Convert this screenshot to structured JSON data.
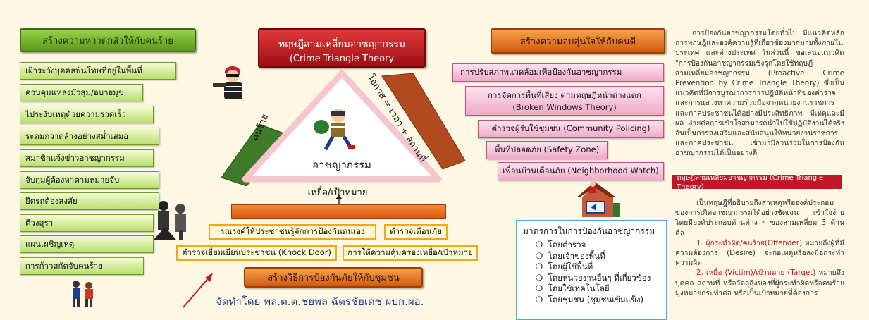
{
  "left": {
    "header": "สร้างความหวาดกลัวให้กับคนร้าย",
    "items": [
      "เฝ้าระวังบุคคลพ้นโทษที่อยู่ในพื้นที่",
      "ควบคุมแหล่งมั่วสุม/อบายมุข",
      "ไประงับเหตุด้วยความรวดเร็ว",
      "ระดมกวาดล้างอย่างสม่ำเสมอ",
      "สมาชิกแจ้งข่าวอาชญากรรม",
      "จับกุมผู้ต้องหาตามหมายจับ",
      "ยึดรถต้องสงสัย",
      "ตีวงสุรา",
      "แผนเผชิญเหตุ",
      "การก้าวสกัดจับคนร้าย"
    ]
  },
  "center": {
    "title_line1": "ทฤษฎีสามเหลี่ยมอาชญากรรม",
    "title_line2": "(Crime Triangle Theory",
    "offender_label": "คนร้าย",
    "opportunity_label": "โอกาส = เวลา + สถานที่",
    "crime_label": "อาชญากรรม",
    "target_label": "เหยื่อ/เป้าหมาย",
    "bottom_items": [
      "รณรงค์ให้ประชาชนรู้จักการป้องกันตนเอง",
      "ตำรวจเตือนภัย",
      "ตำรวจเยี่ยมเยียนประชาชน (Knock Door)",
      "การให้ความคุ้มครองเหยื่อ/เป้าหมาย"
    ],
    "bottom_header": "สร้างวิธีการป้องกันภัยให้กับชุมชน",
    "credit": "จัดทำโดย พล.ต.ต.ชยพล ฉัตรชัยเดช ผบก.ผอ."
  },
  "right": {
    "header": "สร้างความอบอุ่นใจให้กับคนดี",
    "items": [
      "การปรับสภาพแวดล้อมเพื่อป้องกันอาชญากรรม",
      "การจัดการพื้นที่เสี่ยง ตามทฤษฎีหน้าต่างแตก",
      "(Broken Windows Theory)",
      "ตำรวจผู้รับใช้ชุมชน (Community Policing)",
      "พื้นที่ปลอดภัย (Safety Zone)",
      "เพื่อนบ้านเตือนภัย (Neighborhood Watch)"
    ],
    "measures_title": "มาตรการในการป้องกันอาชญากรรม",
    "measures": [
      "โดยตำรวจ",
      "โดยเจ้าของพื้นที่",
      "โดยผู้ใช้พื้นที่",
      "โดยหน่วยงานอื่นๆ ที่เกี่ยวข้อง",
      "โดยใช้เทคโนโลยี",
      "โดยชุมชน (ชุมชนเข้มแข็ง)"
    ]
  },
  "text_panel": {
    "paragraph1": "การป้องกันอาชญากรรมโดยทั่วไป มีแนวคิดหลักการทฤษฎีและองค์ความรู้ที่เกี่ยวข้องมากมายทั้งภายในประเทศ และต่างประเทศ ในส่วนนี้ ขอเสนอแนวคิด \"การป้องกันอาชญากรรมเชิงรุกโดยใช้ทฤษฎีสามเหลี่ยมอาชญากรรม (Proactive Crime Prevention by Crime Triangle Theory) ซึ่งเป็นแนวคิดที่มีการบูรณาการการปฏิบัติหน้าที่ของตำรวจและการแสวงหาความร่วมมือจากหน่วยงานราชการและภาคประชาชนได้อย่างมีประสิทธิภาพ มีเหตุและมีผล ง่ายต่อการเข้าใจสามารถนำไปใช้ปฏิบัติงานได้จริงอันเป็นการส่งเสริมและสนับสนุนให้หน่วยงานราชการและภาคประชาชน เข้ามามีส่วนร่วมในการป้องกันอาชญากรรมได้เป็นอย่างดี",
    "section_label": "ทฤษฎีสามเหลี่ยมอาชญากรรม (Crime Triangle Theory)",
    "paragraph2": "เป็นทฤษฎีที่อธิบายถึงสาเหตุหรือองค์ประกอบของการเกิดอาชญากรรมได้อย่างชัดเจน เข้าใจง่าย โดยมีองค์ประกอบด้านต่าง ๆ ของสามเหลี่ยม 3 ด้าน คือ",
    "point1_title": "1. ผู้กระทำผิด/คนร้าย(Offender)",
    "point1_text": " หมายถึงผู้ที่มีความต้องการ (Desire) จะก่อเหตุหรือลงมือกระทำความผิด",
    "point2_title": "2. เหยื่อ (Victim)/เป้าหมาย (Target)",
    "point2_text": " หมายถึงบุคคล สถานที่ หรือวัตถุสิ่งของที่ผู้กระทำผิดหรือคนร้ายมุ่งหมายกระทำต่อ หรือเป็นเป้าหมายที่ต้องการ"
  },
  "colors": {
    "green": "#5a9a1c",
    "red": "#b0121a",
    "orange": "#e06a18",
    "pink": "#f1a9c7",
    "triangle_border": "#f6c6cf",
    "blue_text": "#1a3a8a"
  },
  "icons": [
    "robber-icon",
    "thief-with-bag-icon",
    "police-arrest-icon",
    "police-chase-icon",
    "house-icon",
    "guard-figure-icon",
    "arrow-icon"
  ]
}
